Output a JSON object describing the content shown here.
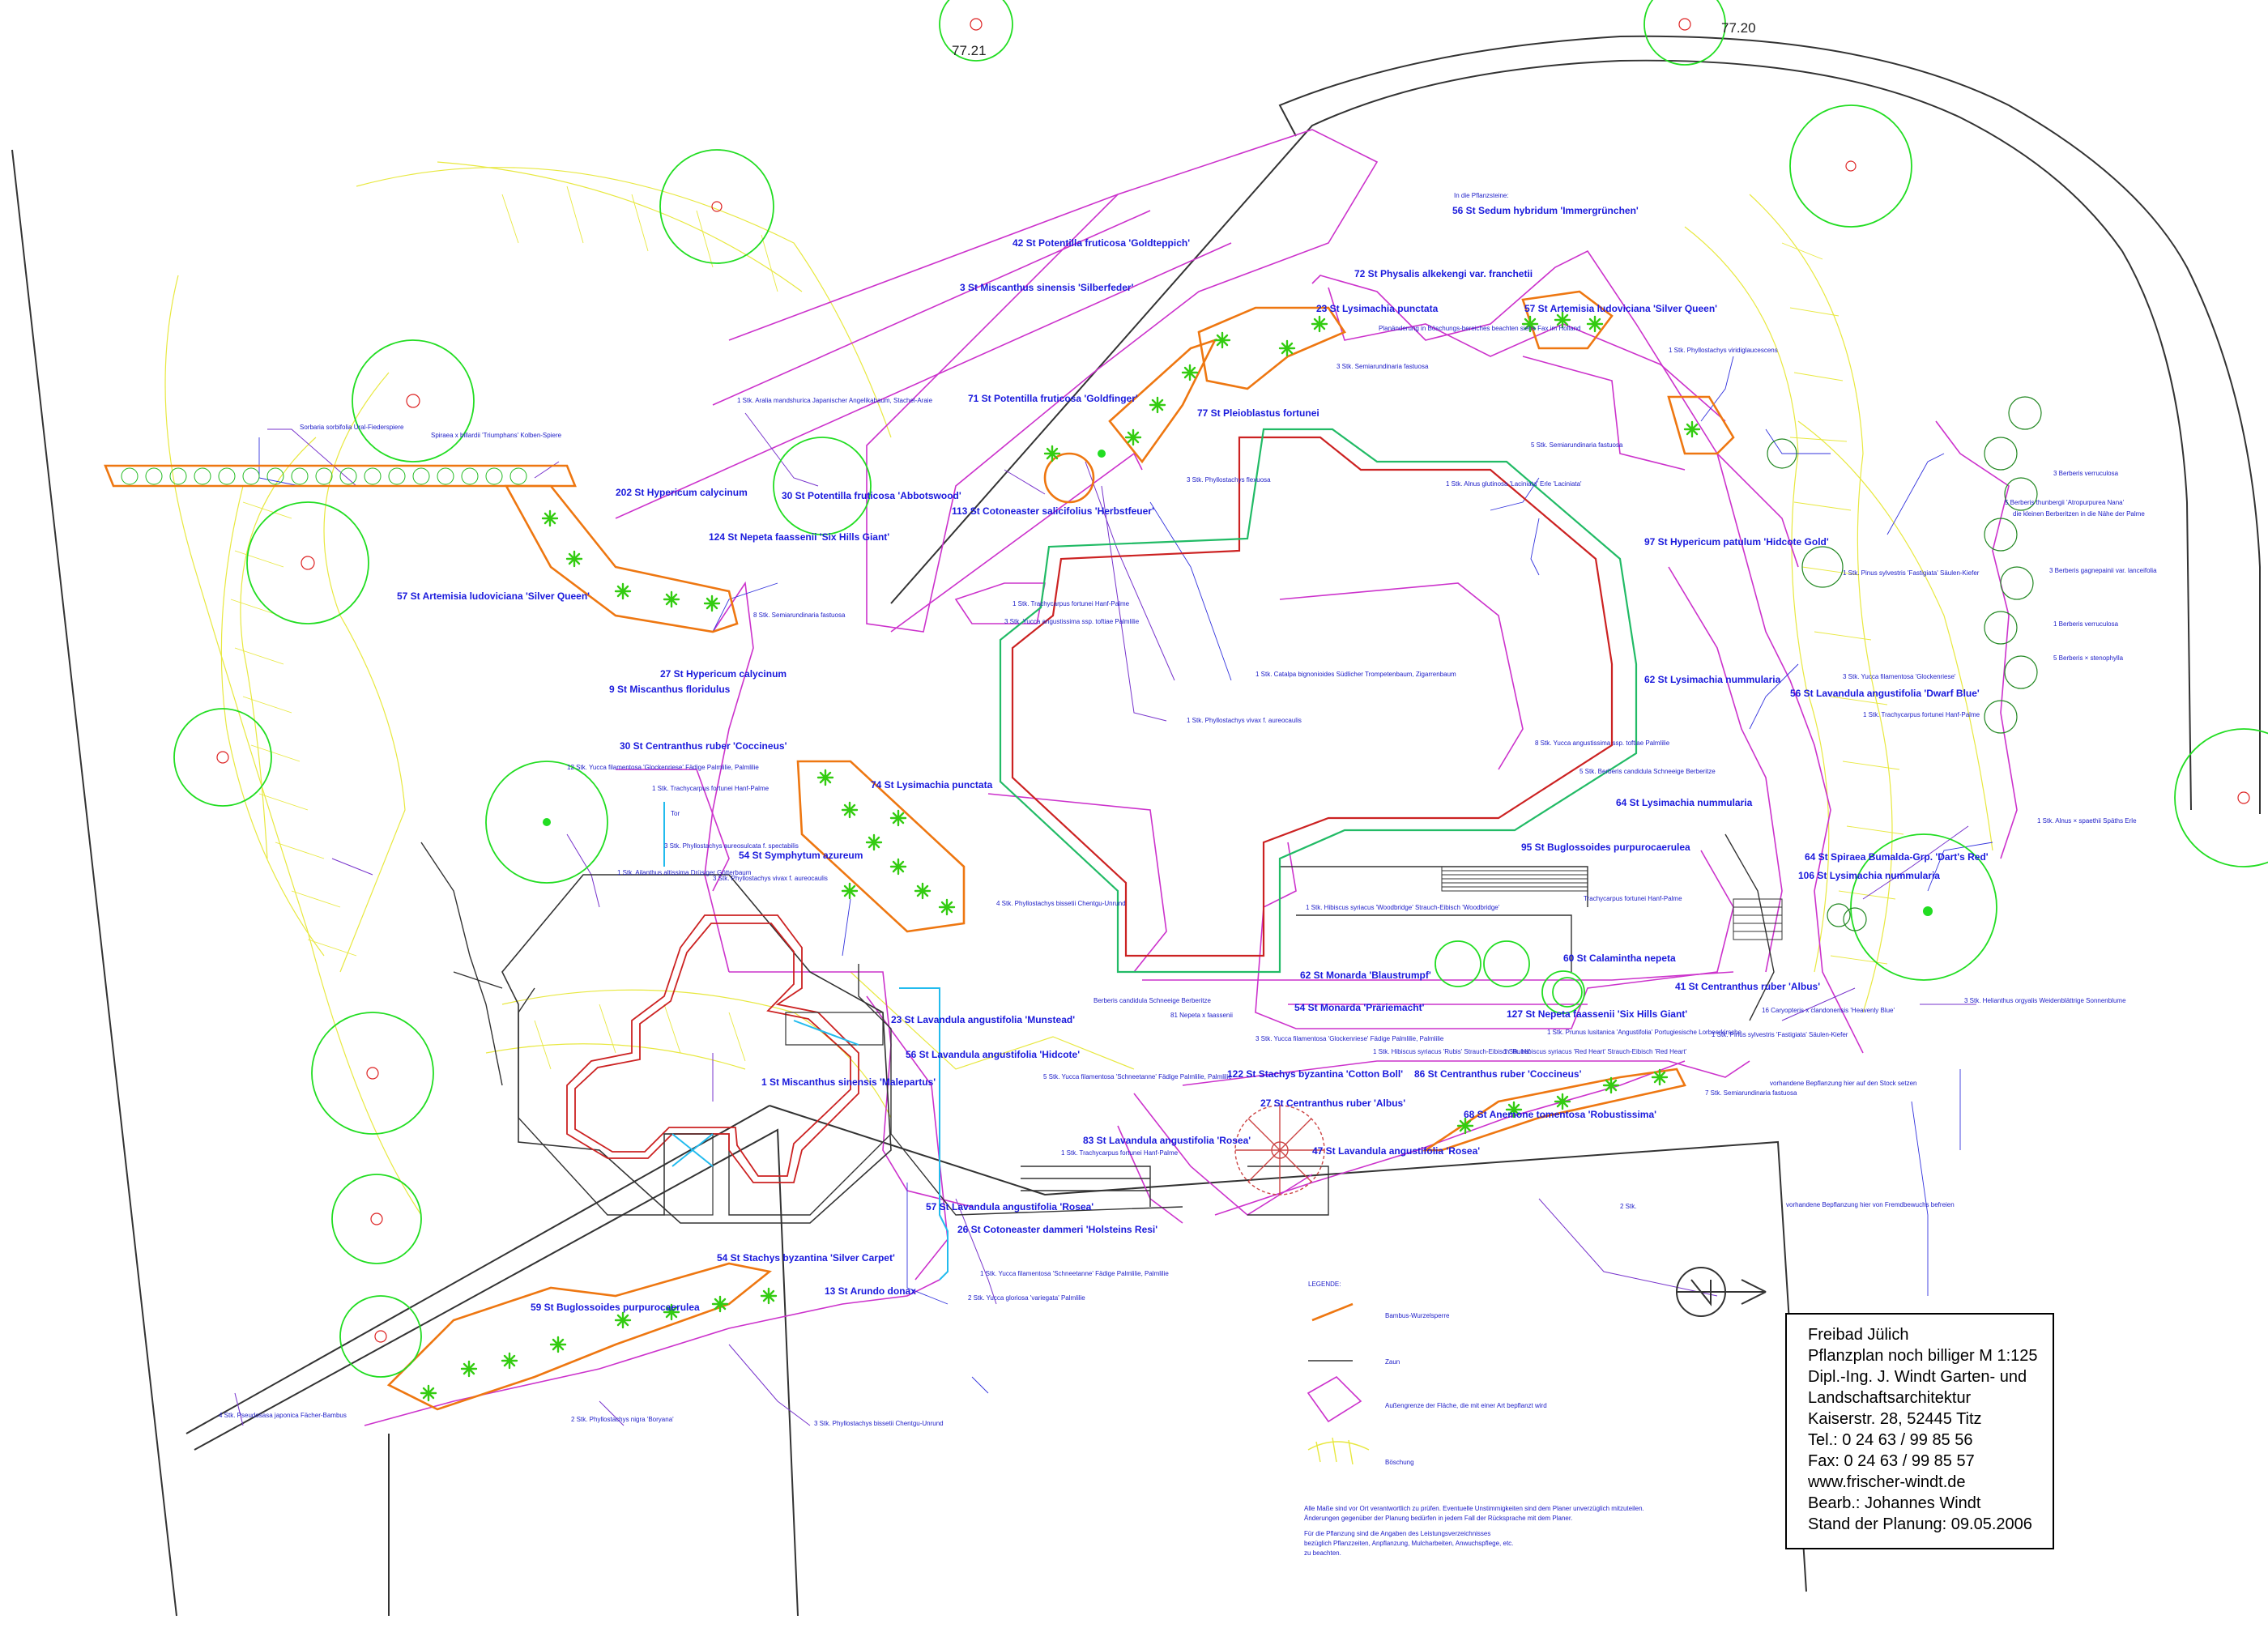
{
  "elevations": [
    "77.21",
    "77.20"
  ],
  "labels": [
    "42 St Potentilla fruticosa 'Goldteppich'",
    "3 St Miscanthus sinensis 'Silberfeder'",
    "56 St Sedum hybridum 'Immergrünchen'",
    "72 St Physalis alkekengi var. franchetii",
    "23 St Lysimachia punctata",
    "57 St Artemisia ludoviciana 'Silver Queen'",
    "71 St Potentilla fruticosa 'Goldfinger'",
    "77 St Pleioblastus fortunei",
    "30 St Potentilla fruticosa 'Abbotswood'",
    "202 St Hypericum calycinum",
    "124 St Nepeta faassenii 'Six Hills Giant'",
    "113 St Cotoneaster salicifolius 'Herbstfeuer'",
    "57 St Artemisia ludoviciana 'Silver Queen'",
    "97 St Hypericum patulum 'Hidcote Gold'",
    "27 St Hypericum calycinum",
    "9 St Miscanthus floridulus",
    "30 St Centranthus ruber 'Coccineus'",
    "74 St Lysimachia punctata",
    "54 St Symphytum azureum",
    "62 St Lysimachia nummularia",
    "56 St Lavandula angustifolia 'Dwarf Blue'",
    "64 St Lysimachia nummularia",
    "95 St Buglossoides purpurocaerulea",
    "64 St Spiraea Bumalda-Grp. 'Dart's Red'",
    "106 St Lysimachia nummularia",
    "60 St Calamintha nepeta",
    "62 St Monarda 'Blaustrumpf'",
    "54 St Monarda 'Präriemacht'",
    "127 St Nepeta faassenii 'Six Hills Giant'",
    "41 St Centranthus ruber 'Albus'",
    "23 St Lavandula angustifolia 'Munstead'",
    "56 St Lavandula angustifolia 'Hidcote'",
    "1 St Miscanthus sinensis 'Malepartus'",
    "122 St Stachys byzantina 'Cotton Boll'",
    "86 St Centranthus ruber 'Coccineus'",
    "27 St Centranthus ruber 'Albus'",
    "68 St Anemone tomentosa 'Robustissima'",
    "83 St Lavandula angustifolia 'Rosea'",
    "47 St Lavandula angustifolia 'Rosea'",
    "57 St Lavandula angustifolia 'Rosea'",
    "26 St Cotoneaster dammeri 'Holsteins Resi'",
    "54 St Stachys byzantina 'Silver Carpet'",
    "13 St Arundo donax",
    "59 St Buglossoides purpurocaerulea"
  ],
  "small_notes": [
    "Sorbaria sorbifolia Ural-Fiederspiere",
    "Spiraea x billardii 'Triumphans' Kolben-Spiere",
    "1 Stk. Aralia mandshurica Japanischer Angelikabaum, Stachel-Araie",
    "In die Pflanzsteine:",
    "Planänderung in Böschungs-bereiches beachten siehe Fax im Holland",
    "3 Stk. Semiarundinaria fastuosa",
    "1 Stk. Phyllostachys viridiglaucescens",
    "5 Stk. Semiarundinaria fastuosa",
    "3 Stk. Phyllostachys flexuosa",
    "1 Stk. Alnus glutinosa 'Laciniata' Erle 'Laciniata'",
    "8 Stk. Semiarundinaria fastuosa",
    "1 Stk. Trachycarpus fortunei Hanf-Palme",
    "3 Stk. Yucca angustissima ssp. toftiae Palmlilie",
    "1 Stk. Pinus sylvestris 'Fastigiata' Säulen-Kiefer",
    "1 Stk. Catalpa bignonioides Südlicher Trompetenbaum, Zigarrenbaum",
    "1 Stk. Phyllostachys vivax f. aureocaulis",
    "3 Stk. Yucca filamentosa 'Glockenriese'",
    "1 Stk. Trachycarpus fortunei Hanf-Palme",
    "12 Stk. Yucca filamentosa 'Glockenriese' Fädige Palmlilie, Palmlilie",
    "1 Stk. Trachycarpus fortunei Hanf-Palme",
    "8 Stk. Yucca angustissima ssp. toftiae Palmlilie",
    "5 Stk. Berberis candidula Schneeige Berberitze",
    "3 Stk. Phyllostachys aureosulcata f. spectabilis",
    "3 Stk. Phyllostachys vivax f. aureocaulis",
    "1 Stk. Ailanthus altissima Drüsiger Götterbaum",
    "4 Stk. Phyllostachys bissetii Chentgu-Unrund",
    "1 Stk. Hibiscus syriacus 'Woodbridge' Strauch-Eibisch 'Woodbridge'",
    "Trachycarpus fortunei Hanf-Palme",
    "1 Stk. Alnus × spaethii Späths Erle",
    "Berberis candidula Schneeige Berberitze",
    "81 Nepeta x faassenii",
    "3 Stk. Yucca filamentosa 'Glockenriese' Fädige Palmlilie, Palmlilie",
    "1 Stk. Hibiscus syriacus 'Rubis' Strauch-Eibisch 'Rubis'",
    "1 Stk. Prunus lusitanica 'Angustifolia' Portugiesische Lorbeerkirsche",
    "1 Stk. Hibiscus syriacus 'Red Heart' Strauch-Eibisch 'Red Heart'",
    "1 Stk. Pinus sylvestris 'Fastigiata' Säulen-Kiefer",
    "16 Caryopteris x clandonensis 'Heavenly Blue'",
    "3 Stk. Helianthus orgyalis Weidenblättrige Sonnenblume",
    "5 Stk. Yucca filamentosa 'Schneetanne' Fädige Palmlilie, Palmlilie",
    "7 Stk. Semiarundinaria fastuosa",
    "vorhandene Bepflanzung hier auf den Stock setzen",
    "1 Stk. Trachycarpus fortunei Hanf-Palme",
    "2 Stk.",
    "vorhandene Bepflanzung hier von Fremdbewuchs befreien",
    "1 Stk. Yucca filamentosa 'Schneetanne' Fädige Palmlilie, Palmlilie",
    "2 Stk. Yucca gloriosa 'variegata' Palmlilie",
    "4 Stk. Pseudosasa japonica Fächer-Bambus",
    "2 Stk. Phyllostachys nigra 'Boryana'",
    "3 Stk. Phyllostachys bissetii Chentgu-Unrund",
    "3 Berberis verruculosa",
    "5 Berberis thunbergii 'Atropurpurea Nana'",
    "die kleinen Berberitzen in die Nähe der Palme",
    "3 Berberis gagnepainii var. lanceifolia",
    "1 Berberis verruculosa",
    "5 Berberis × stenophylla",
    "Tor"
  ],
  "legend": {
    "title": "LEGENDE:",
    "items": [
      "Bambus-Wurzelsperre",
      "Zaun",
      "Außengrenze der Fläche, die mit einer Art bepflanzt wird",
      "Böschung"
    ]
  },
  "notes": [
    "Alle Maße sind vor Ort verantwortlich zu prüfen. Eventuelle Unstimmigkeiten sind dem Planer unverzüglich mitzuteilen.",
    "Änderungen gegenüber der Planung bedürfen in jedem Fall der Rücksprache mit dem Planer.",
    "Für die Pflanzung sind die Angaben des Leistungsverzeichnisses",
    "bezüglich Pflanzzeiten, Anpflanzung, Mulcharbeiten, Anwuchspflege, etc.",
    "zu beachten."
  ],
  "title_block": [
    "Freibad Jülich",
    "Pflanzplan noch billiger M 1:125",
    "Dipl.-Ing. J. Windt Garten- und",
    "Landschaftsarchitektur",
    "Kaiserstr. 28, 52445 Titz",
    "Tel.: 0 24 63 / 99 85 56",
    "Fax: 0 24 63 / 99 85 57",
    "www.frischer-windt.de",
    "Bearb.: Johannes Windt",
    "Stand der Planung: 09.05.2006"
  ],
  "colors": {
    "label": "#1a1adc",
    "tree": "#22dd22",
    "yellow": "#e8e840",
    "magenta": "#cc33cc",
    "bamboo": "#ee7711",
    "pool_red": "#cc2222",
    "pool_green": "#22bb66"
  }
}
